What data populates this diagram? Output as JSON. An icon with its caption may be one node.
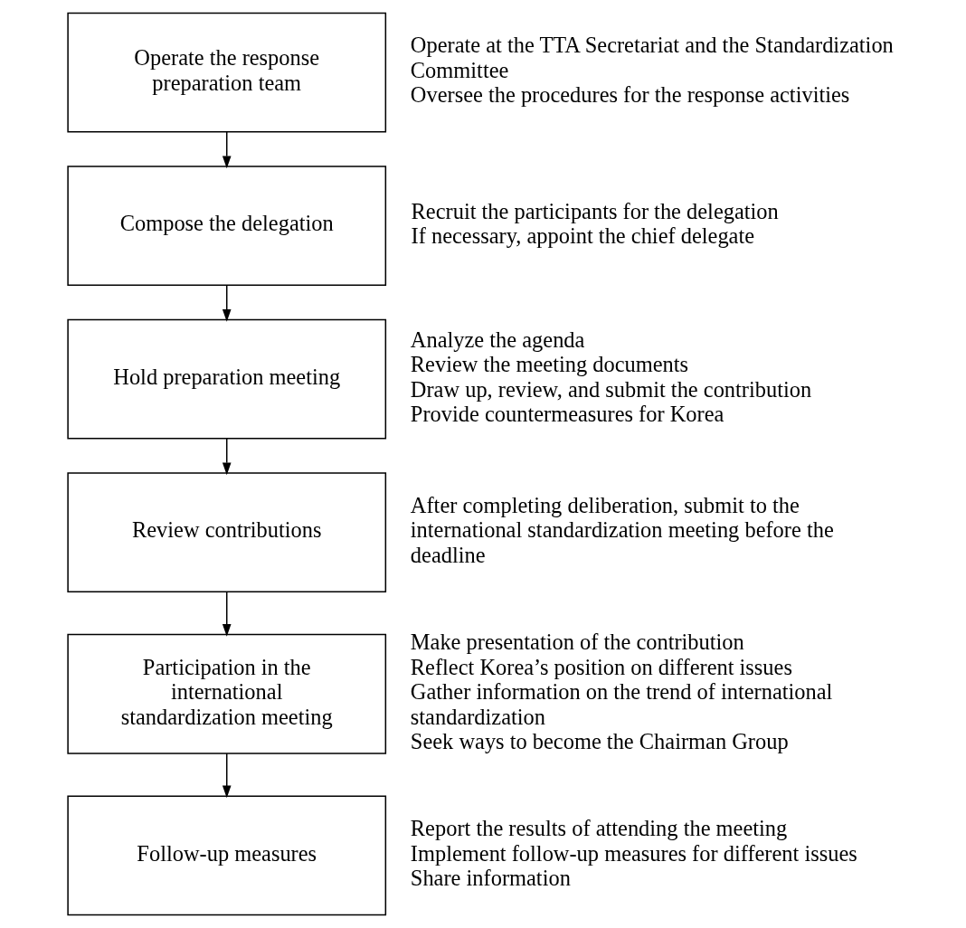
{
  "diagram": {
    "nodes": [
      {
        "text": [
          "Operate the response preparation team"
        ],
        "beside": [
          "Operate at the TTA Secretariat and the Standardization Committee",
          "Oversee the procedures for the response activities"
        ]
      },
      {
        "text": [
          "Compose the delegation"
        ],
        "beside": [
          "Recruit the participants for the delegation",
          "If necessary, appoint the chief delegate"
        ]
      },
      {
        "text": [
          "Hold preparation meeting"
        ],
        "beside": [
          "Analyze the agenda",
          "Review the meeting documents",
          "Draw up, review, and submit the contribution",
          "Provide countermeasures for Korea"
        ]
      },
      {
        "text": [
          "Review contributions"
        ],
        "beside": [
          "After completing deliberation, submit to the international standardization meeting before the deadline"
        ]
      },
      {
        "text": [
          "Participation in the international standardization meeting"
        ],
        "beside": [
          "Make presentation of the contribution",
          "Reflect Korea’s position on different issues",
          "Gather information on the trend of international standardization",
          "Seek ways to become the Chairman Group"
        ]
      },
      {
        "text": [
          "Follow-up measures"
        ],
        "beside": [
          "Report the results of attending the meeting",
          "Implement follow-up measures for different issues",
          "Share information"
        ]
      }
    ],
    "edges": [
      {
        "from": 0,
        "to": 1,
        "arrow": "to"
      },
      {
        "from": 1,
        "to": 2,
        "arrow": "to"
      },
      {
        "from": 2,
        "to": 3,
        "arrow": "to"
      },
      {
        "from": 3,
        "to": 4,
        "arrow": "to"
      },
      {
        "from": 4,
        "to": 5,
        "arrow": "to"
      }
    ]
  }
}
